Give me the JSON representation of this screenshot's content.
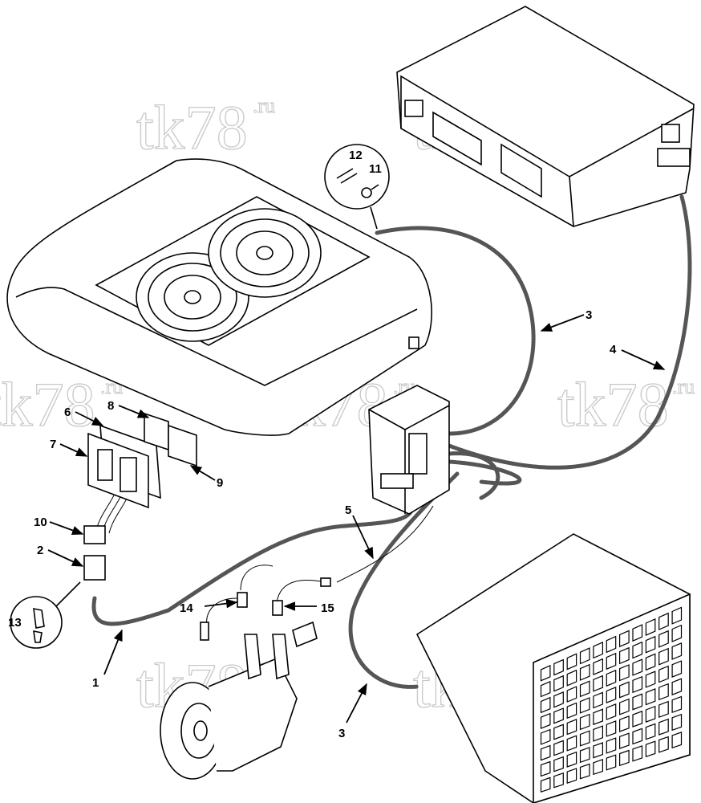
{
  "watermark": {
    "main": "tk78",
    "suffix": ".ru"
  },
  "callouts": {
    "c1": "1",
    "c2": "2",
    "c3a": "3",
    "c3b": "3",
    "c4": "4",
    "c5": "5",
    "c6": "6",
    "c7": "7",
    "c8": "8",
    "c9": "9",
    "c10": "10",
    "c11": "11",
    "c12": "12",
    "c13": "13",
    "c14": "14",
    "c15": "15"
  },
  "colors": {
    "ink": "#000000",
    "watermark": "#c8c8c8",
    "cable": "#555555",
    "background": "#ffffff"
  }
}
